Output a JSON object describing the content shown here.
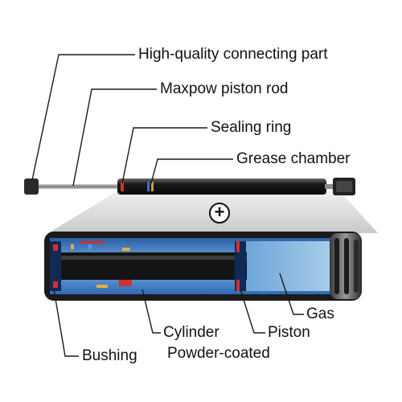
{
  "diagram": {
    "callouts_top": [
      {
        "id": "connecting-part",
        "label": "High-quality connecting part"
      },
      {
        "id": "piston-rod",
        "label": "Maxpow piston rod"
      },
      {
        "id": "sealing-ring",
        "label": "Sealing ring"
      },
      {
        "id": "grease-chamber",
        "label": "Grease chamber"
      }
    ],
    "plus_symbol": "+",
    "callouts_bottom": [
      {
        "id": "gas",
        "label": "Gas"
      },
      {
        "id": "cylinder",
        "label": "Cylinder"
      },
      {
        "id": "piston",
        "label": "Piston"
      },
      {
        "id": "bushing",
        "label": "Bushing"
      },
      {
        "id": "powder-coated",
        "label": "Powder-coated"
      }
    ]
  }
}
